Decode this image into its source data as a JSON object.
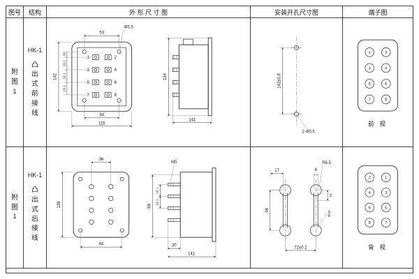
{
  "header": {
    "fig_no": "图号",
    "structure": "结构",
    "outline": "外 形 尺 寸 图",
    "mounting": "安装开孔尺寸图",
    "terminal": "端子图"
  },
  "row1": {
    "fig_no": "附图1",
    "model": "HK-1",
    "structure": "凸出式前接线",
    "outline": {
      "dim_top": "53",
      "hole_label": "Φ5.5",
      "dim_height": "142",
      "seg1": "19",
      "seg2": "19.1",
      "seg3": "19.1",
      "seg4": "19.1",
      "dim_inner_width": "94",
      "dim_outer_width": "116",
      "side_height": "154",
      "side_depth": "141",
      "terminals": [
        "1",
        "2",
        "3",
        "4",
        "5",
        "6",
        "7",
        "8"
      ]
    },
    "mounting": {
      "dim_vertical": "142±0.8",
      "holes_label": "2-Φ5.5"
    },
    "terminal_view": {
      "nums": [
        "1",
        "2",
        "3",
        "4",
        "5",
        "6",
        "7",
        "8"
      ],
      "caption": "前 视"
    }
  },
  "row2": {
    "fig_no": "附图1",
    "model": "HK-1",
    "structure": "凸出式后接线",
    "outline": {
      "dim_top": "36",
      "dim_height": "128",
      "dim_width": "94",
      "stud_label": "M5",
      "seg1": "19.1",
      "seg2": "19.1",
      "side_height": "98",
      "dim_stud": "30",
      "side_depth": "141"
    },
    "mounting": {
      "dim_a": "17",
      "dim_b": "6",
      "dim_c": "15",
      "radius_label": "R8.5",
      "hole_label": "Φ16",
      "dim_vertical": "94",
      "dim_horizontal": "72±0.2"
    },
    "terminal_view": {
      "nums": [
        "2",
        "1",
        "4",
        "3",
        "6",
        "5",
        "8",
        "7"
      ],
      "caption": "背 视"
    }
  }
}
